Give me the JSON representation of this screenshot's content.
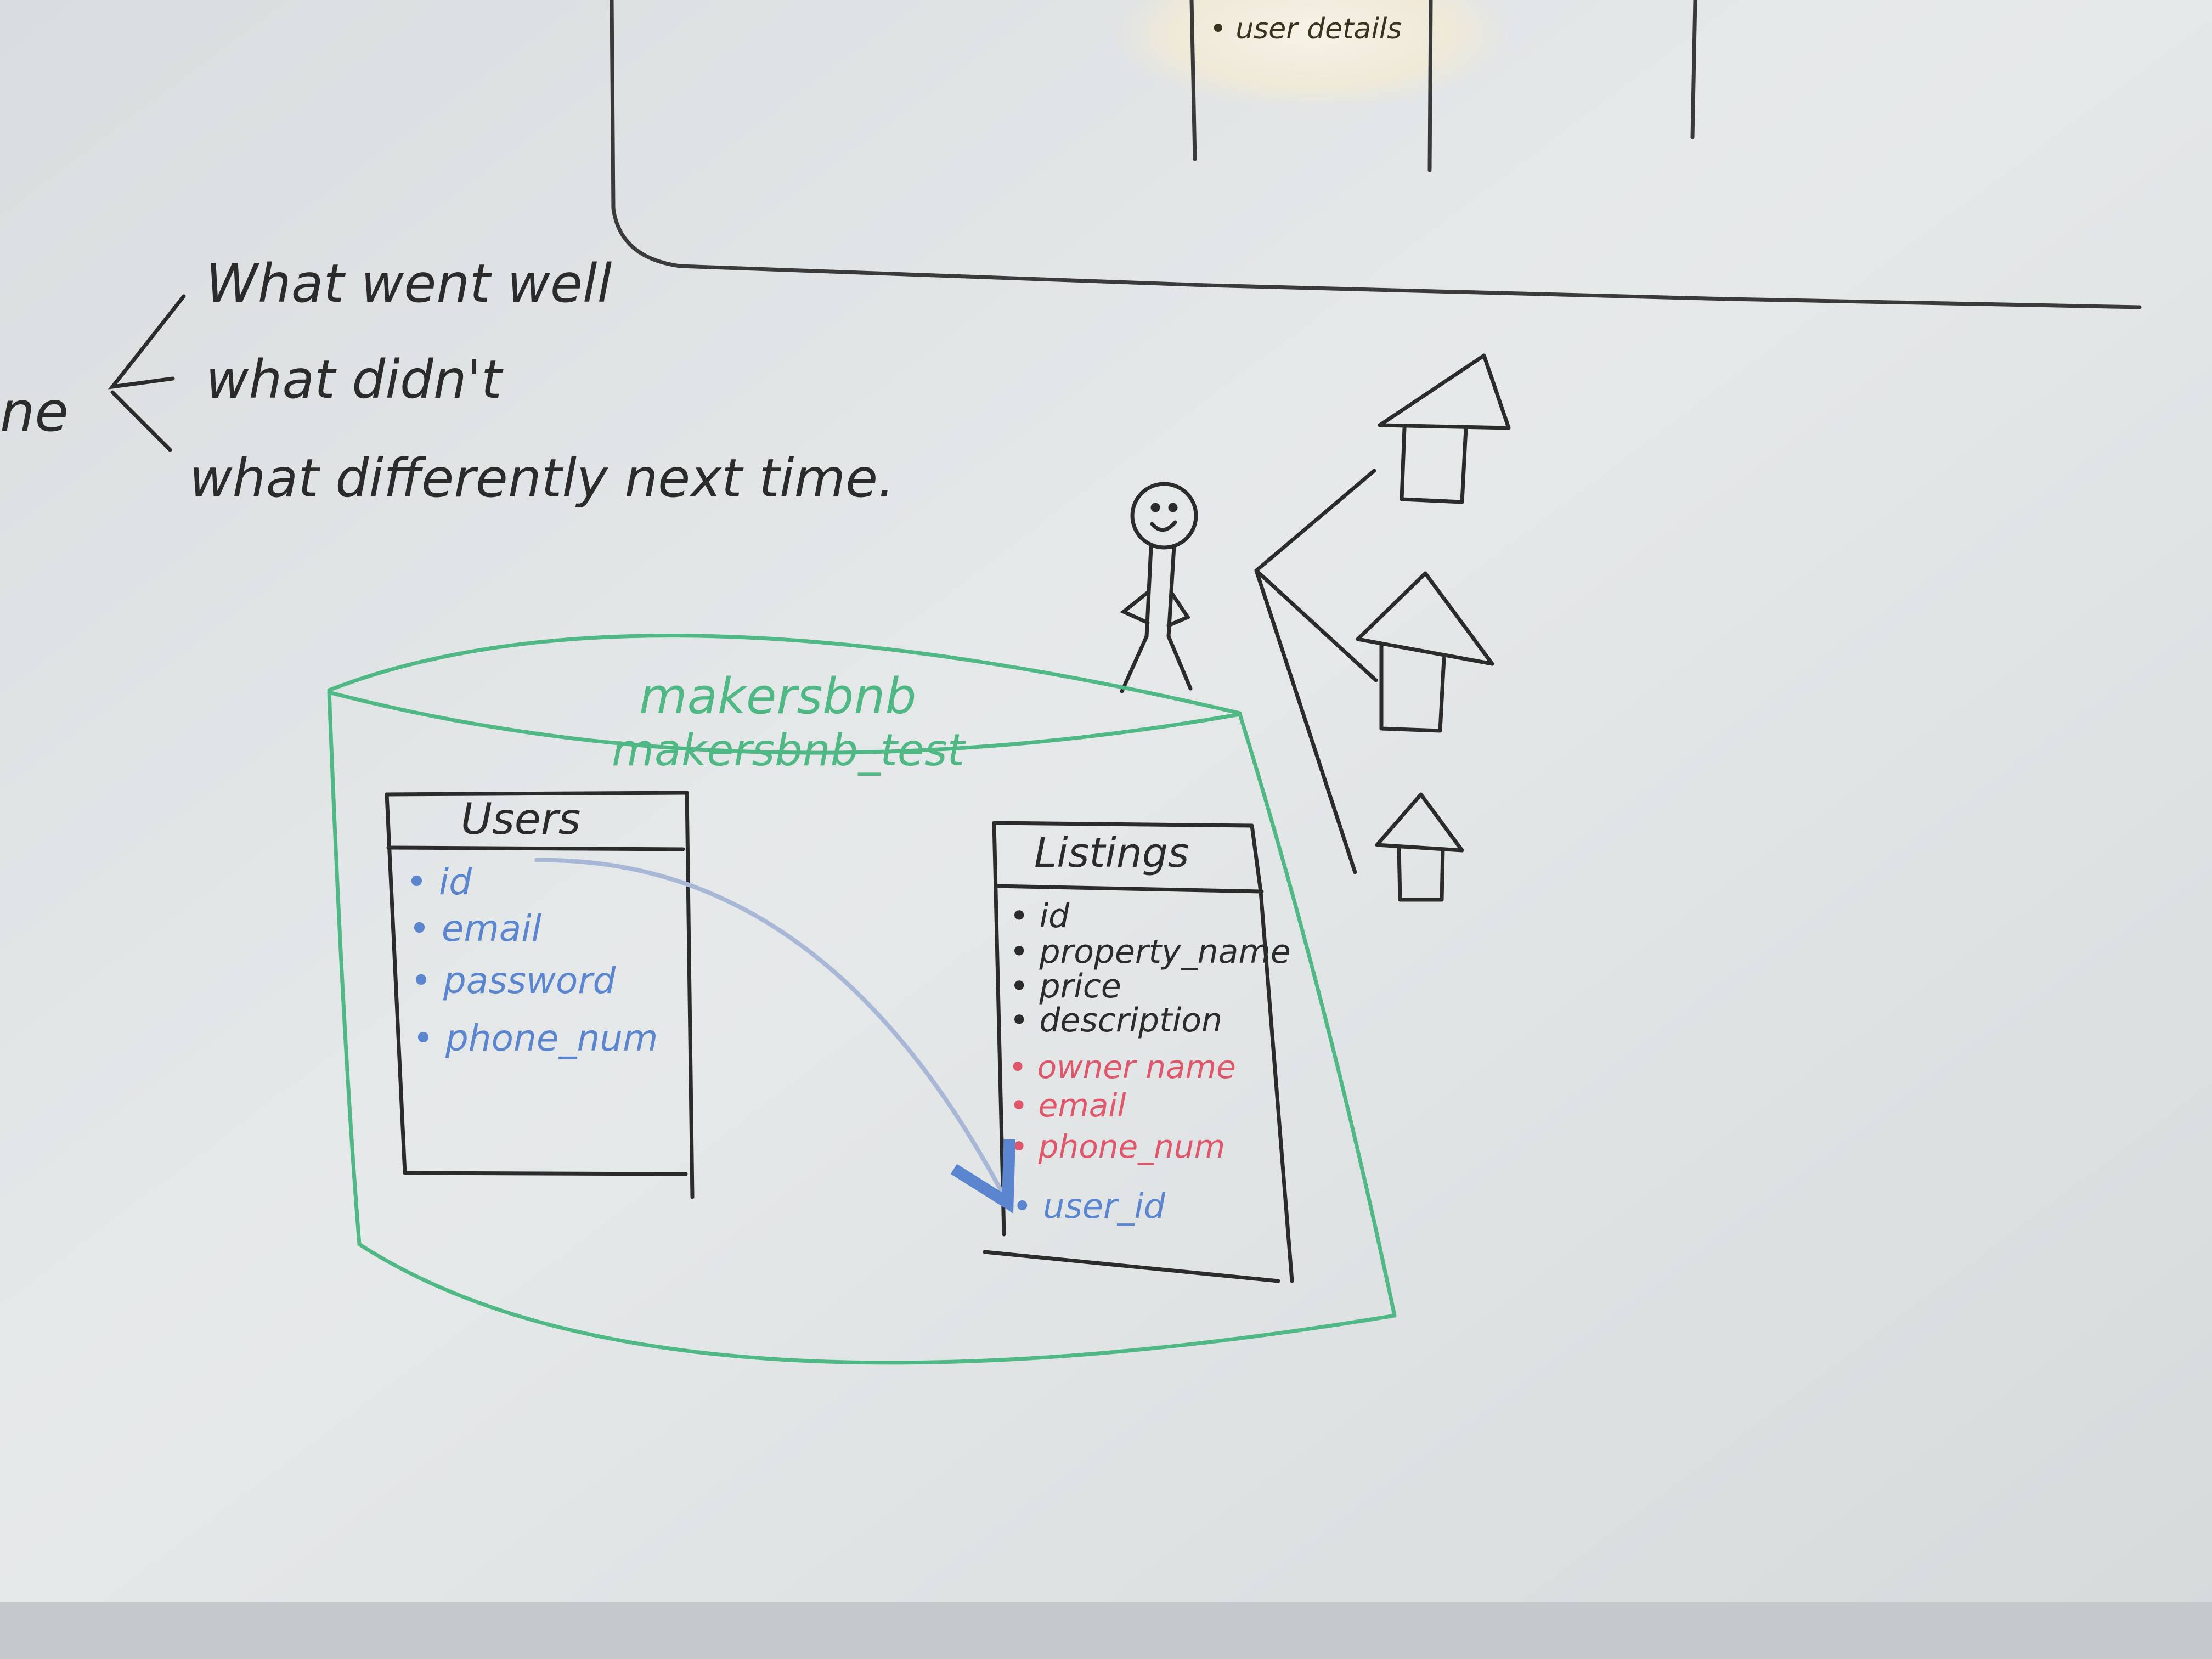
{
  "top_panel": {
    "oval_label": "• user details"
  },
  "retro": {
    "left_fragment": "ne",
    "items": [
      {
        "label": "What went well"
      },
      {
        "label": "what didn't"
      },
      {
        "label": "what differently next time."
      }
    ]
  },
  "database": {
    "names": [
      "makersbnb",
      "makersbnb_test"
    ],
    "users_table": {
      "title": "Users",
      "fields": [
        "• id",
        "• email",
        "• password",
        "• phone_num"
      ]
    },
    "listings_table": {
      "title": "Listings",
      "fields": [
        "• id",
        "• property_name",
        "• price",
        "• description"
      ],
      "owner_fields": [
        "• owner name",
        "• email",
        "• phone_num"
      ],
      "foreign_key_field": "• user_id"
    }
  },
  "colors": {
    "board": "#e2e5e6",
    "marker_black": "#2b2b2b",
    "marker_green": "#4fb884",
    "marker_blue": "#5b86cf",
    "marker_red": "#e0566a",
    "fk_arrow": "#a9b7d6"
  },
  "icons": [
    "stick-figure-icon",
    "house-icon"
  ]
}
